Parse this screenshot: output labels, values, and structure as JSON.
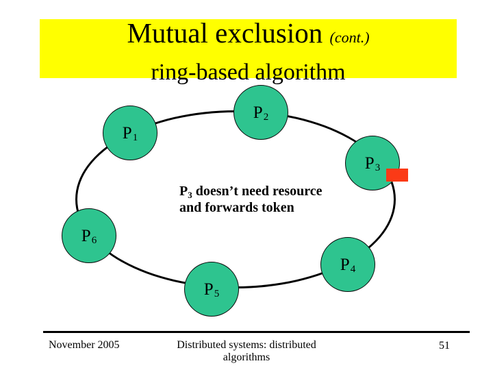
{
  "slide": {
    "title_main": "Mutual exclusion",
    "title_cont": "(cont.)",
    "subtitle": "ring-based algorithm"
  },
  "diagram": {
    "nodes": [
      {
        "name": "P",
        "sub": "1"
      },
      {
        "name": "P",
        "sub": "2"
      },
      {
        "name": "P",
        "sub": "3"
      },
      {
        "name": "P",
        "sub": "4"
      },
      {
        "name": "P",
        "sub": "5"
      },
      {
        "name": "P",
        "sub": "6"
      }
    ],
    "annotation": {
      "p": "P",
      "p_sub": "3",
      "line1_rest": " doesn’t need resource",
      "line2": "and forwards token"
    }
  },
  "colors": {
    "banner_bg": "#FFFF00",
    "node_fill": "#2EC48F",
    "token_fill": "#FB3A16"
  },
  "footer": {
    "date": "November 2005",
    "center_line1": "Distributed systems: distributed",
    "center_line2": "algorithms",
    "page": "51"
  }
}
